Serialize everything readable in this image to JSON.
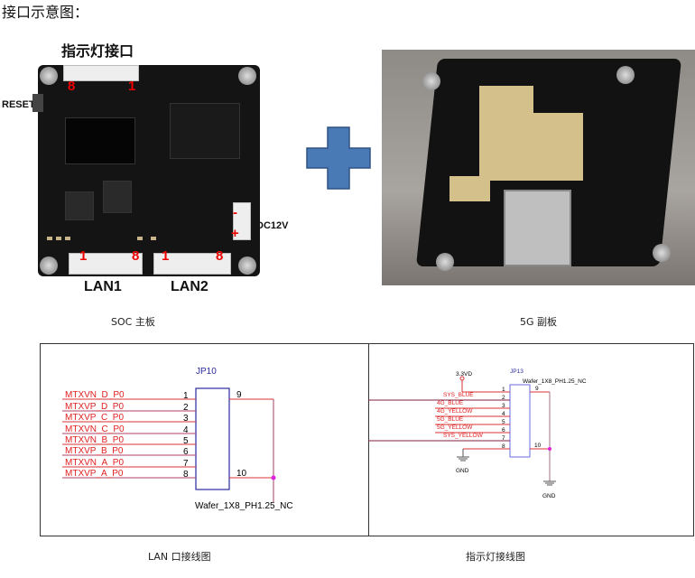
{
  "doc_title": "接口示意图：",
  "soc_board": {
    "led_interface_label": "指示灯接口",
    "reset_label": "RESET",
    "dc_label": "DC12V",
    "lan1_label": "LAN1",
    "lan2_label": "LAN2",
    "pin_marks": {
      "led_left": "8",
      "led_right": "1",
      "lan1_left": "1",
      "lan1_right": "8",
      "lan2_left": "1",
      "lan2_right": "8",
      "minus": "-",
      "plus": "+"
    },
    "caption": "SOC 主板"
  },
  "plus_icon_color": "#4a7ab5",
  "sub_board": {
    "caption": "5G 副板"
  },
  "lan_schematic": {
    "ref": "JP10",
    "part": "Wafer_1X8_PH1.25_NC",
    "nets": [
      "MTXVN_D_P0",
      "MTXVP_D_P0",
      "MTXVP_C_P0",
      "MTXVN_C_P0",
      "MTXVN_B_P0",
      "MTXVP_B_P0",
      "MTXVN_A_P0",
      "MTXVP_A_P0"
    ],
    "pins": [
      "1",
      "2",
      "3",
      "4",
      "5",
      "6",
      "7",
      "8"
    ],
    "extra_pins": [
      "9",
      "10"
    ],
    "caption": "LAN 口接线图"
  },
  "led_schematic": {
    "ref": "JP13",
    "part": "Wafer_1X8_PH1.25_NC",
    "power": "3.3VD",
    "nets": [
      "SYS_BLUE",
      "4G_BLUE",
      "4G_YELLOW",
      "5G_BLUE",
      "5G_YELLOW",
      "SYS_YELLOW"
    ],
    "pins": [
      "1",
      "2",
      "3",
      "4",
      "5",
      "6",
      "7",
      "8"
    ],
    "extra_pins": [
      "9",
      "10"
    ],
    "gnd": "GND",
    "caption": "指示灯接线图"
  }
}
